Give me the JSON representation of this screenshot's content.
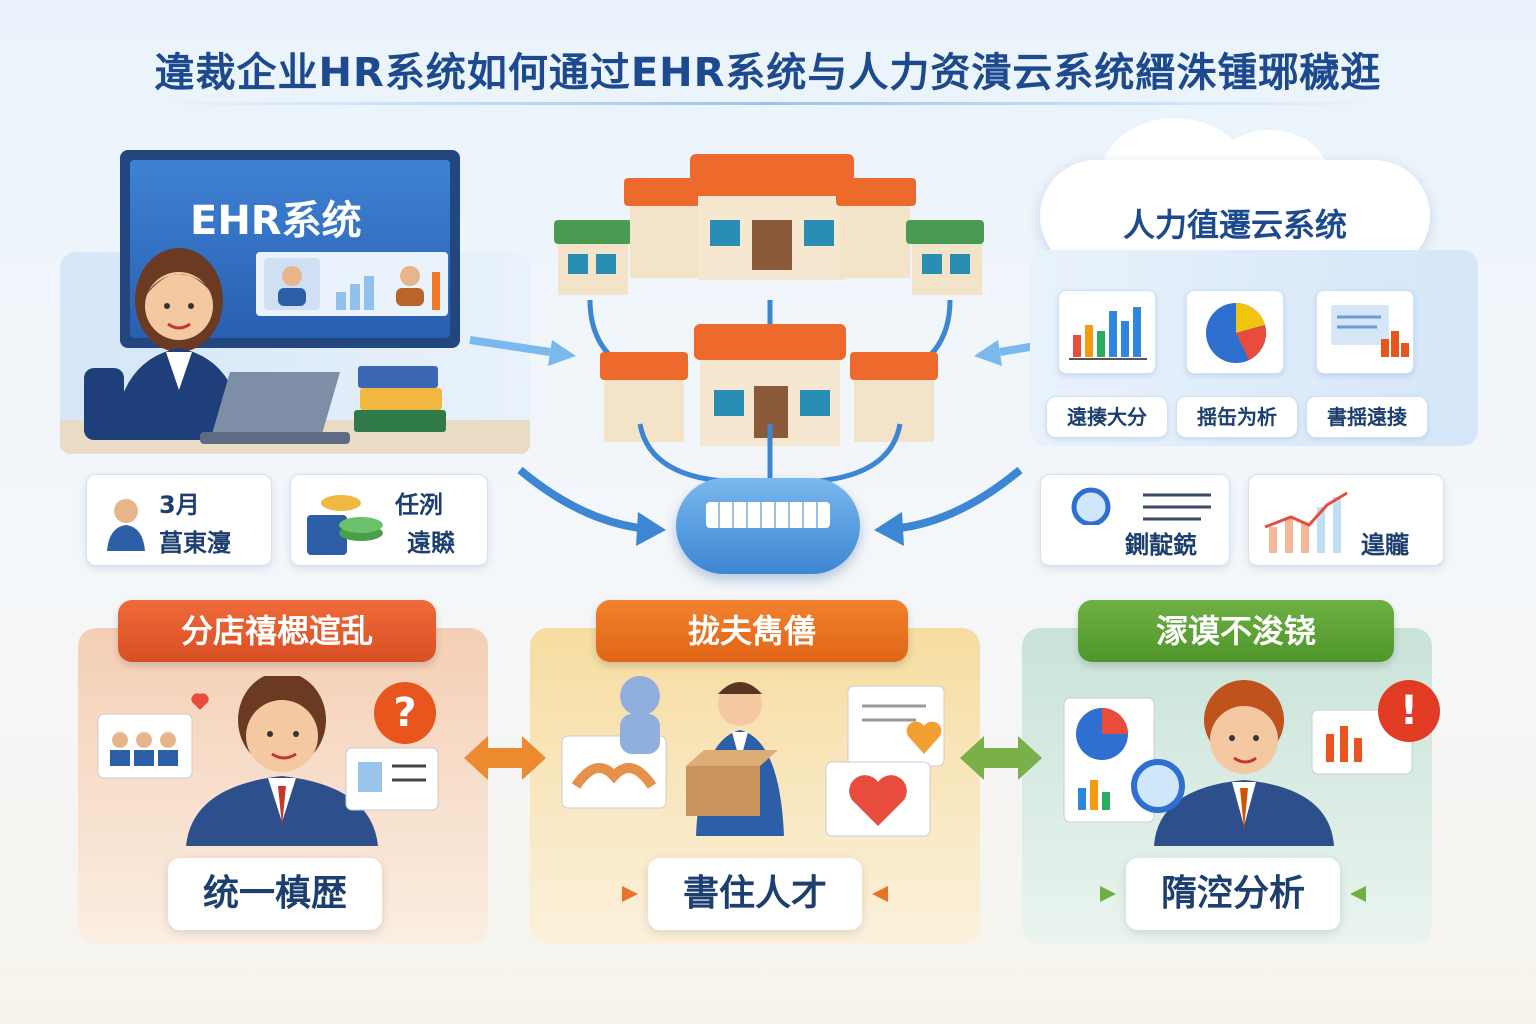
{
  "title": "違裁企业HR系统如何通过EHR系统与人力资潰云系统縉洙锺琊穢逛",
  "ehr": {
    "screen_title": "EHR系统"
  },
  "cloud": {
    "title": "人力徝遷云系统",
    "tools": [
      {
        "label": "遠揍大分",
        "icon": "bar-chart-icon"
      },
      {
        "label": "揺缶为析",
        "icon": "pie-chart-icon"
      },
      {
        "label": "書揺遠掕",
        "icon": "dashboard-icon"
      }
    ]
  },
  "left_cards": [
    {
      "icon": "employee-icon",
      "top": "3月",
      "bottom": "菖東濅"
    },
    {
      "icon": "coins-icon",
      "top": "任洌",
      "bottom": "遠贆"
    }
  ],
  "right_cards": [
    {
      "icon": "magnifier-icon",
      "text": "鍘靛鋴"
    },
    {
      "icon": "trend-chart-icon",
      "text": "遑贚"
    }
  ],
  "sections": [
    {
      "banner": "分店禧楒逭乱",
      "footer": "统一槙歴",
      "color": "#e85a2c",
      "icon": "question-icon"
    },
    {
      "banner": "拢夫雋僐",
      "footer": "書住人才",
      "color": "#e6741f",
      "icon": "heart-icon"
    },
    {
      "banner": "溕谟不浚铙",
      "footer": "隋涳分析",
      "color": "#5aa035",
      "icon": "alert-icon"
    }
  ]
}
